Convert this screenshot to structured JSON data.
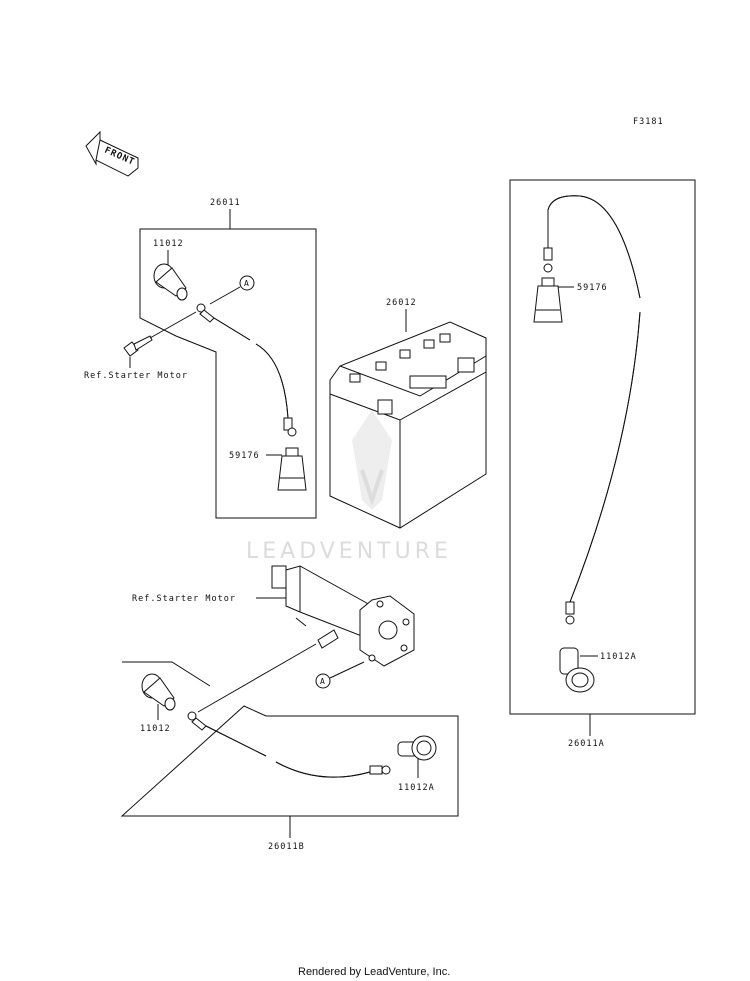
{
  "figure_code": "F3181",
  "front_label": "FRONT",
  "watermark": "LEADVENTURE",
  "footer": "Rendered by LeadVenture, Inc.",
  "callout_letter": "A",
  "parts": {
    "cable_positive_kit": "26011",
    "cable_positive_a": "26011A",
    "cable_b": "26011B",
    "battery": "26012",
    "cap_1": "11012",
    "cap_2": "11012",
    "cap_a_1": "11012A",
    "cap_a_2": "11012A",
    "boot_1": "59176",
    "boot_2": "59176"
  },
  "refs": {
    "starter_motor_1": "Ref.Starter Motor",
    "starter_motor_2": "Ref.Starter Motor"
  }
}
